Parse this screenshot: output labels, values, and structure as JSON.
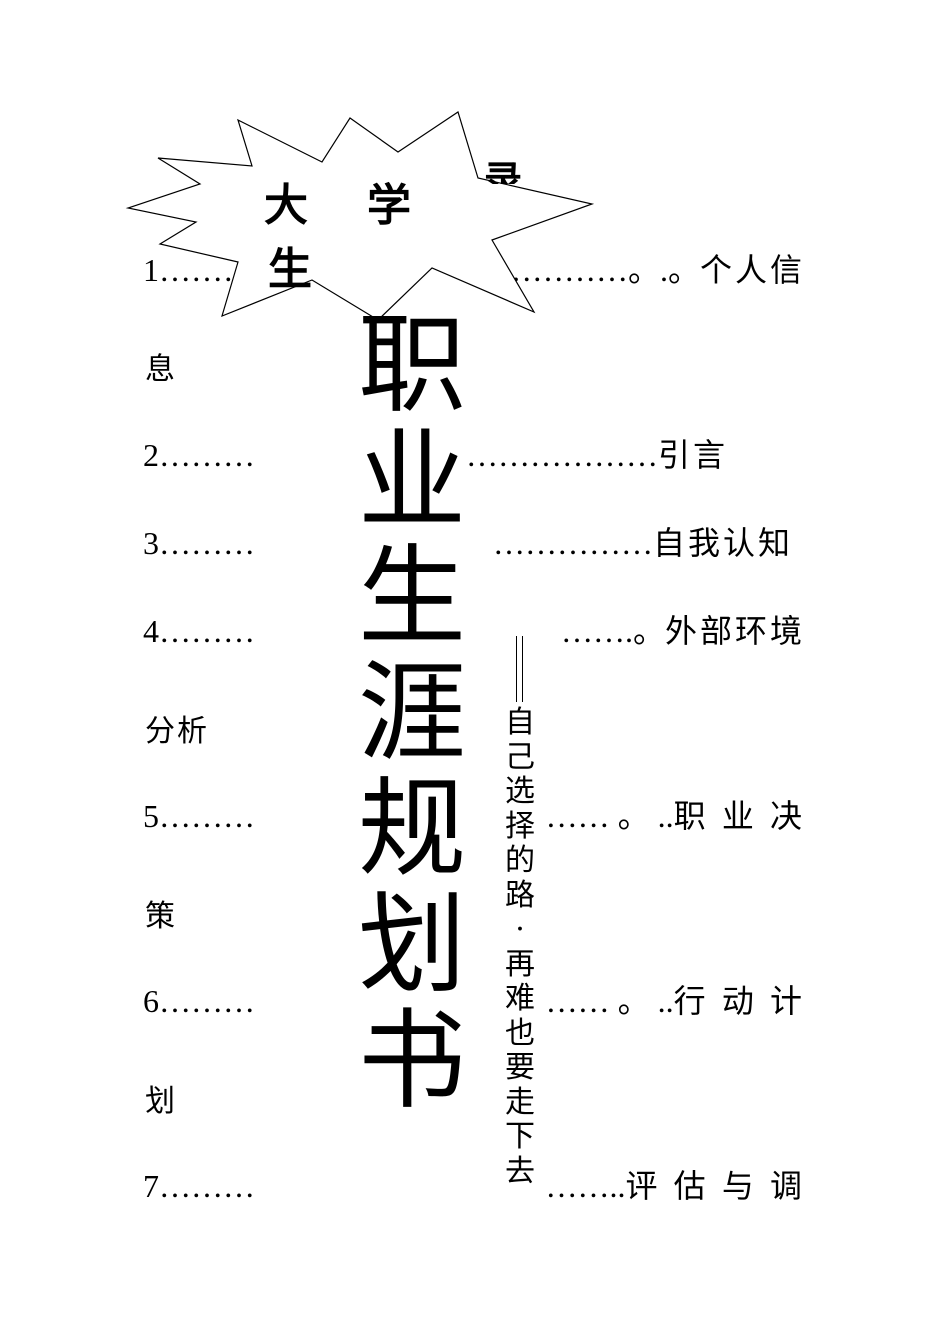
{
  "cover": {
    "burst_chars": [
      "大",
      "学",
      "生"
    ],
    "burst_tail": "录",
    "title_chars": [
      "职",
      "业",
      "生",
      "涯",
      "规",
      "划",
      "书"
    ],
    "subtitle_dash": "——",
    "subtitle_chars": [
      "自",
      "己",
      "选",
      "择",
      "的",
      "路",
      "·",
      "再",
      "难",
      "也",
      "要",
      "走",
      "下",
      "去"
    ]
  },
  "toc": [
    {
      "num": "1………",
      "dots": "…………。.。",
      "label": "个人信",
      "wrap": "息"
    },
    {
      "num": "2………",
      "dots": "………………",
      "label": "引言",
      "wrap": ""
    },
    {
      "num": "3………",
      "dots": "……………",
      "label": "自我认知",
      "wrap": ""
    },
    {
      "num": "4………",
      "dots": "…….。",
      "label": "外部环境",
      "wrap": "分析"
    },
    {
      "num": "5………",
      "dots": "…… 。 ..",
      "label": "职 业 决",
      "wrap": "策"
    },
    {
      "num": "6………",
      "dots": "…… 。 ..",
      "label": "行 动 计",
      "wrap": "划"
    },
    {
      "num": "7………",
      "dots": "……..",
      "label": "评 估 与 调",
      "wrap": ""
    }
  ]
}
